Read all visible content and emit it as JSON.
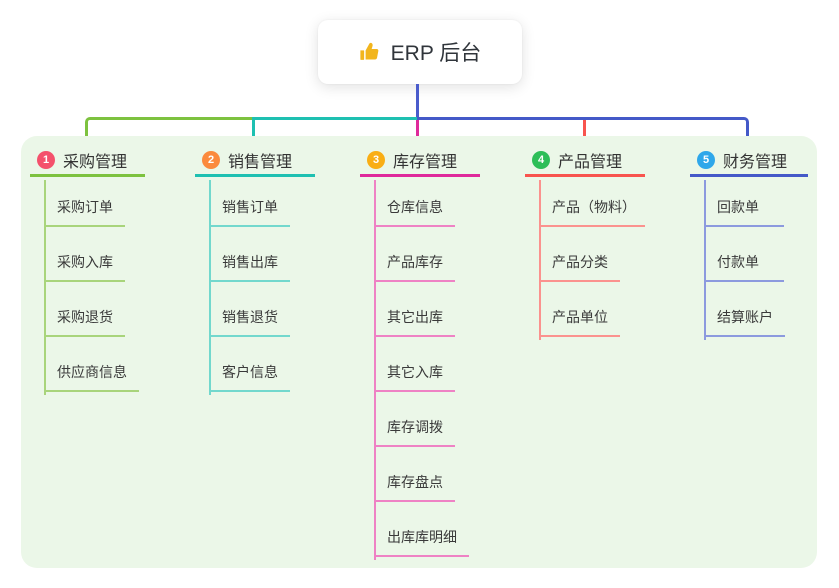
{
  "root": {
    "icon": "thumbs-up",
    "label": "ERP 后台"
  },
  "colors": {
    "panel_bg": "#ebf7e8",
    "root_connector": "#4a5ccc",
    "thumb_icon": "#f2b51d"
  },
  "branches": [
    {
      "num": "1",
      "label": "采购管理",
      "badge_color": "#f4516c",
      "line_color": "#7dc23f",
      "child_line_color": "#a8d47b",
      "children": [
        "采购订单",
        "采购入库",
        "采购退货",
        "供应商信息"
      ]
    },
    {
      "num": "2",
      "label": "销售管理",
      "badge_color": "#fb8a3d",
      "line_color": "#1ec0b1",
      "child_line_color": "#72d8cd",
      "children": [
        "销售订单",
        "销售出库",
        "销售退货",
        "客户信息"
      ]
    },
    {
      "num": "3",
      "label": "库存管理",
      "badge_color": "#f9ae14",
      "line_color": "#df2a9b",
      "child_line_color": "#ee82c4",
      "children": [
        "仓库信息",
        "产品库存",
        "其它出库",
        "其它入库",
        "库存调拨",
        "库存盘点",
        "出库库明细"
      ]
    },
    {
      "num": "4",
      "label": "产品管理",
      "badge_color": "#2dbe58",
      "line_color": "#f8544e",
      "child_line_color": "#fb928e",
      "children": [
        "产品（物料）",
        "产品分类",
        "产品单位"
      ]
    },
    {
      "num": "5",
      "label": "财务管理",
      "badge_color": "#2ea7ea",
      "line_color": "#4459c8",
      "child_line_color": "#8c9ade",
      "children": [
        "回款单",
        "付款单",
        "结算账户"
      ]
    }
  ]
}
